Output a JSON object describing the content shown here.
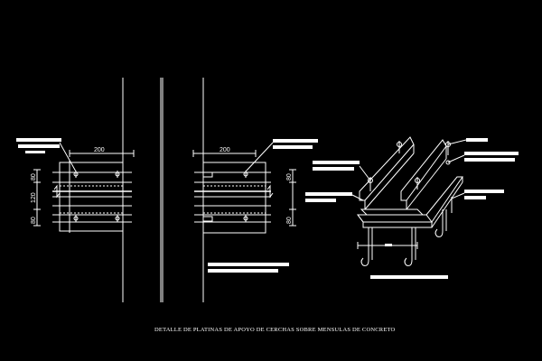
{
  "drawing": {
    "caption": "DETALLE DE PLATINAS DE APOYO DE CERCHAS SOBRE MENSULAS DE CONCRETO",
    "colors": {
      "background": "#000000",
      "lines": "#ffffff"
    }
  },
  "left_plan": {
    "dim_width": "200",
    "dim_top": "80",
    "dim_mid": "120",
    "dim_bottom": "80"
  },
  "right_plan": {
    "dim_width": "200",
    "dim_top": "80",
    "dim_bottom": "80"
  }
}
